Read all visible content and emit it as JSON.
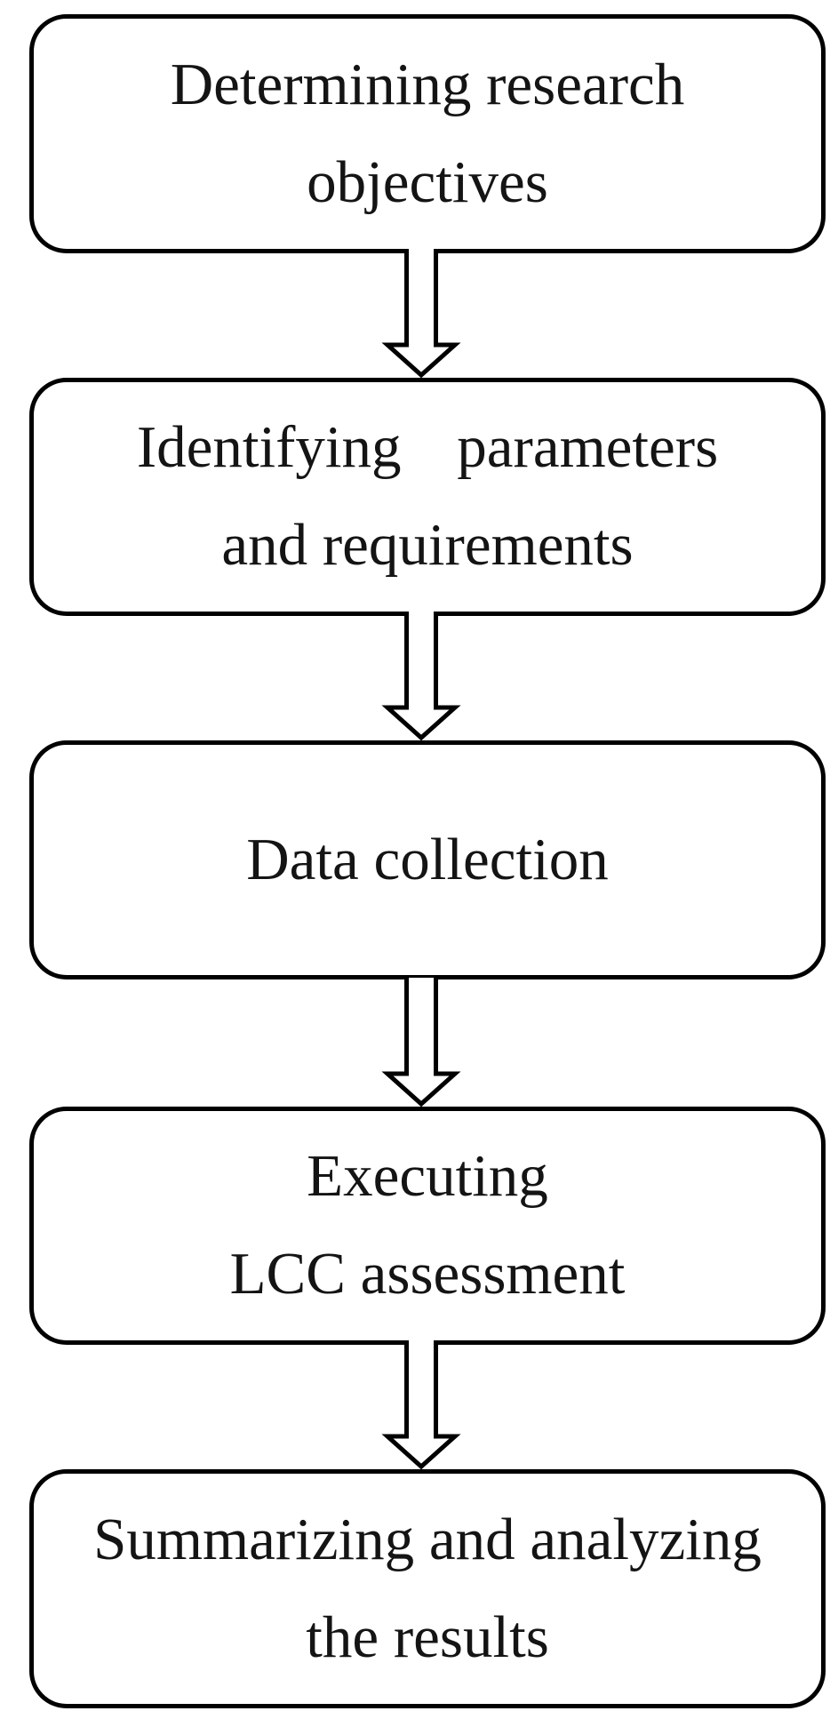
{
  "figure": {
    "type": "flowchart",
    "direction": "top-down",
    "background_color": "#ffffff",
    "box_fill_color": "#ffffff",
    "box_border_color": "#000000",
    "text_color": "#141414",
    "connector_style": "hollow-double-line-arrow-down",
    "steps": [
      {
        "label": "Determining research objectives",
        "lines": [
          "Determining research",
          "objectives"
        ]
      },
      {
        "label": "Identifying parameters and requirements",
        "lines": [
          "Identifying parameters",
          "and requirements"
        ]
      },
      {
        "label": "Data collection",
        "lines": [
          "Data collection"
        ]
      },
      {
        "label": "Executing LCC assessment",
        "lines": [
          "Executing",
          "LCC assessment"
        ]
      },
      {
        "label": "Summarizing and analyzing the results",
        "lines": [
          "Summarizing and analyzing",
          "the results"
        ]
      }
    ],
    "connectors": [
      {
        "from": 1,
        "to": 2
      },
      {
        "from": 2,
        "to": 3
      },
      {
        "from": 3,
        "to": 4
      },
      {
        "from": 4,
        "to": 5
      }
    ]
  }
}
